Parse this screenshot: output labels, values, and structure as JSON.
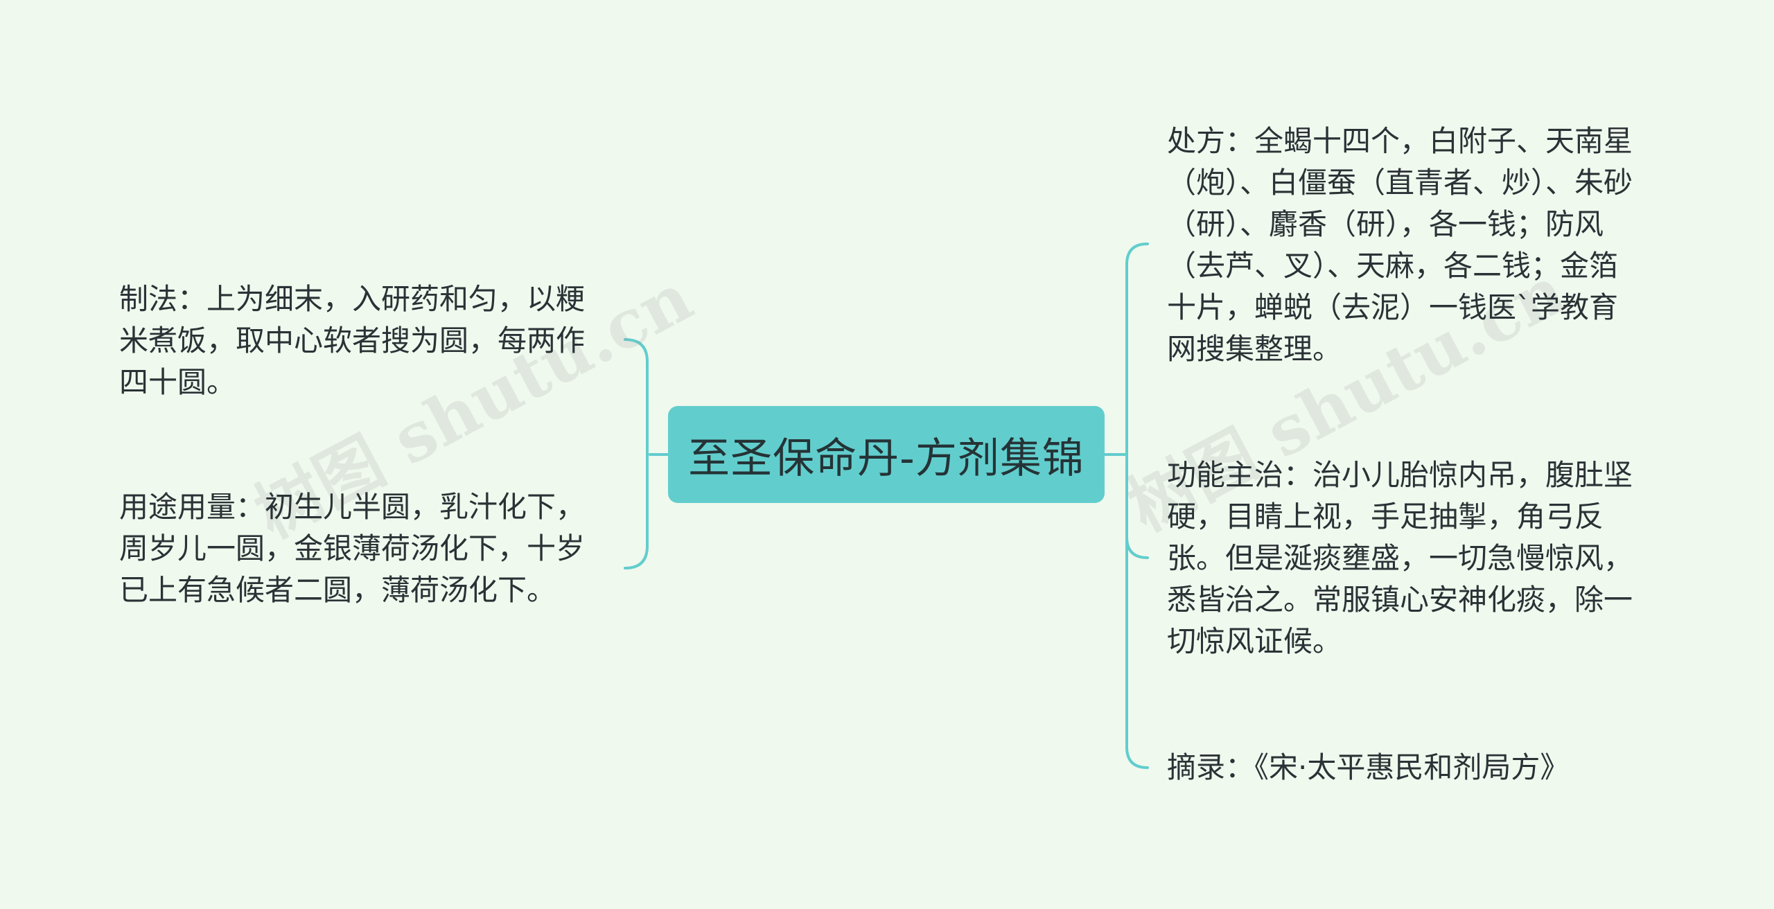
{
  "mindmap": {
    "center": "至圣保命丹-方剂集锦",
    "left": [
      {
        "text": "制法：上为细末，入研药和匀，以粳米煮饭，取中心软者搜为圆，每两作四十圆。"
      },
      {
        "text": "用途用量：初生儿半圆，乳汁化下，周岁儿一圆，金银薄荷汤化下，十岁已上有急候者二圆，薄荷汤化下。"
      }
    ],
    "right": [
      {
        "text": "处方：全蝎十四个，白附子、天南星（炮）、白僵蚕（直青者、炒）、朱砂（研）、麝香（研），各一钱；防风（去芦、叉）、天麻，各二钱；金箔十片，蝉蜕（去泥）一钱医`学教育网搜集整理。"
      },
      {
        "text": "功能主治：治小儿胎惊内吊，腹肚坚硬，目睛上视，手足抽掣，角弓反张。但是涎痰壅盛，一切急慢惊风，悉皆治之。常服镇心安神化痰，除一切惊风证候。"
      },
      {
        "text": "摘录：《宋·太平惠民和剂局方》"
      }
    ]
  },
  "watermark": {
    "left": "树图 shutu.cn",
    "right": "树图 shutu.cn"
  },
  "colors": {
    "background": "#f0f9ee",
    "center_fill": "#62cdcd",
    "connector": "#62cdcd",
    "text": "#2b3236"
  }
}
